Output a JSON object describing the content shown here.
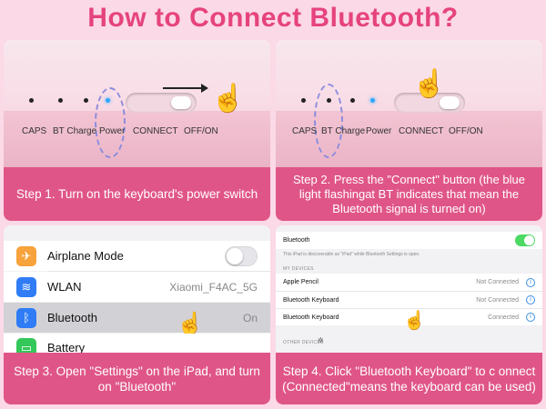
{
  "title": "How to Connect Bluetooth?",
  "step1": {
    "caption": "Step 1. Turn on the keyboard's power switch",
    "labels": [
      "CAPS",
      "BT Charge",
      "Power",
      "CONNECT",
      "OFF/ON"
    ]
  },
  "step2": {
    "caption": "Step 2. Press the \"Connect\" button (the blue light flashingat BT indicates that mean the Bluetooth signal is turned on)",
    "labels": [
      "CAPS",
      "BT Charge",
      "Power",
      "CONNECT",
      "OFF/ON"
    ]
  },
  "step3": {
    "caption": "Step 3. Open \"Settings\" on the iPad, and turn on \"Bluetooth\"",
    "rows": [
      {
        "label": "Airplane Mode",
        "icon": "airplane-icon",
        "color": "#f7a23b"
      },
      {
        "label": "WLAN",
        "value": "Xiaomi_F4AC_5G",
        "icon": "wifi-icon",
        "color": "#2f7cf6"
      },
      {
        "label": "Bluetooth",
        "value": "On",
        "icon": "bluetooth-icon",
        "color": "#2f7cf6"
      },
      {
        "label": "Battery",
        "icon": "battery-icon",
        "color": "#34c759"
      }
    ]
  },
  "step4": {
    "caption": "Step 4. Click \"Bluetooth Keyboard\" to c onnect (Connected\"means the keyboard can be used)",
    "bluetooth_label": "Bluetooth",
    "discoverable_note": "This iPad is discoverable as \"iPad\" while Bluetooth Settings is open.",
    "my_devices_header": "MY DEVICES",
    "devices": [
      {
        "name": "Apple Pencil",
        "status": "Not Connected"
      },
      {
        "name": "Bluetooth Keyboard",
        "status": "Not Connected"
      },
      {
        "name": "Bluetooth Keyboard",
        "status": "Connected"
      }
    ],
    "other_devices_header": "OTHER DEVICES"
  },
  "colors": {
    "title": "#e6437e",
    "caption_bg": "#e05587",
    "page_bg": "#fbd9e6",
    "led_blue": "#2ea8ff"
  }
}
